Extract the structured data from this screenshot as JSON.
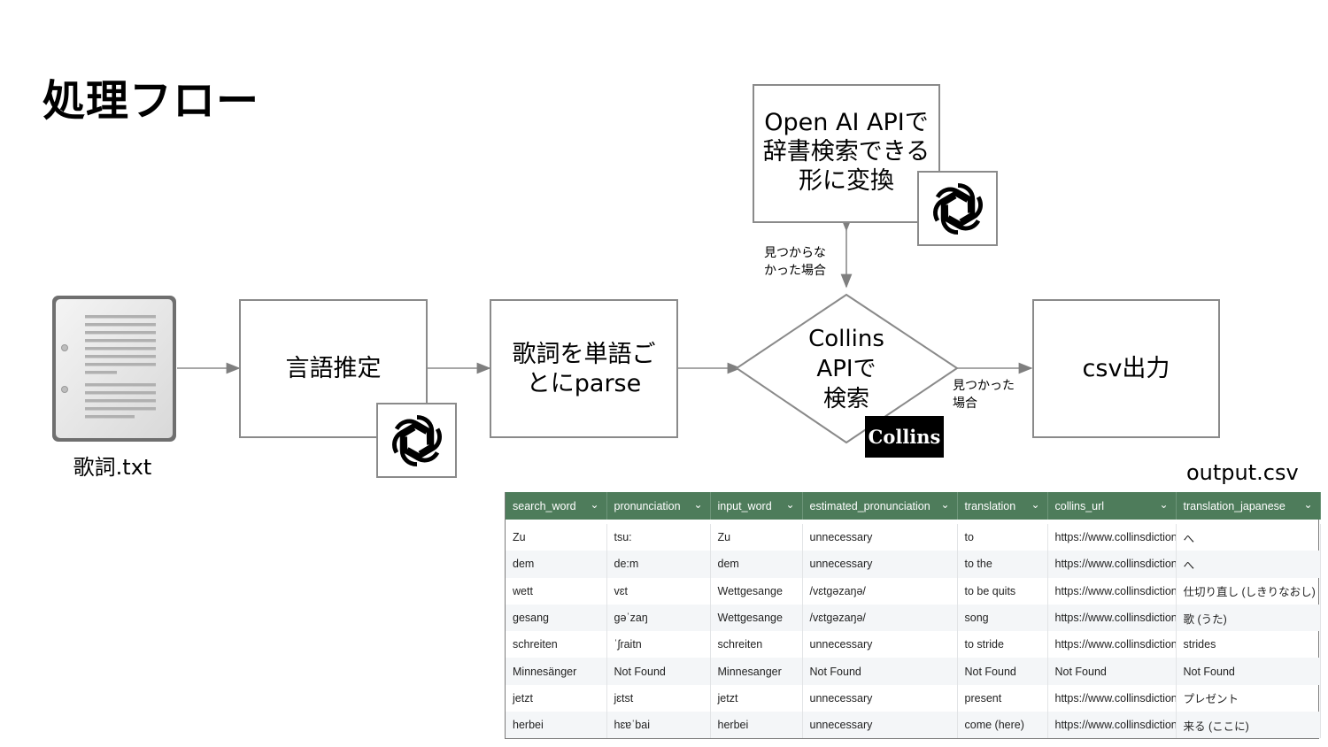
{
  "title": "処理フロー",
  "input_file": {
    "label": "歌詞.txt",
    "icon": "text-document-icon"
  },
  "steps": {
    "language": "言語推定",
    "parse": "歌詞を単語ごとにparse",
    "collins_search": "Collins API で 検索",
    "openai_convert": "Open AI APIで辞書検索できる形に変換",
    "output": "csv出力"
  },
  "step_lines": {
    "parse": [
      "歌詞を単語ご",
      "とにparse"
    ],
    "collins_search": [
      "Collins",
      "APIで",
      "検索"
    ],
    "openai_convert": [
      "Open AI APIで",
      "辞書検索できる",
      "形に変換"
    ]
  },
  "edge_labels": {
    "not_found": [
      "見つからな",
      "かった場合"
    ],
    "found": [
      "見つかった",
      "場合"
    ]
  },
  "collins_logo": "Collins",
  "openai_logo_icon": "openai-logo-icon",
  "output_file": "output.csv",
  "table": {
    "header_color": "#4e7c5b",
    "columns": [
      "search_word",
      "pronunciation",
      "input_word",
      "estimated_pronunciation",
      "translation",
      "collins_url",
      "translation_japanese"
    ],
    "rows": [
      [
        "Zu",
        "tsu:",
        "Zu",
        "unnecessary",
        "to",
        "https://www.collinsdictiona",
        "へ"
      ],
      [
        "dem",
        "de:m",
        "dem",
        "unnecessary",
        "to the",
        "https://www.collinsdictiona",
        "へ"
      ],
      [
        "wett",
        "vɛt",
        "Wettgesange",
        "/vɛtgəzaŋə/",
        "to be quits",
        "https://www.collinsdictiona",
        "仕切り直し (しきりなおし)"
      ],
      [
        "gesang",
        "gəˈzaŋ",
        "Wettgesange",
        "/vɛtgəzaŋə/",
        "song",
        "https://www.collinsdictiona",
        "歌 (うた)"
      ],
      [
        "schreiten",
        "ˈʃraitn",
        "schreiten",
        "unnecessary",
        "to stride",
        "https://www.collinsdictiona",
        "strides"
      ],
      [
        "Minnesänger",
        "Not Found",
        "Minnesanger",
        "Not Found",
        "Not Found",
        "Not Found",
        "Not Found"
      ],
      [
        "jetzt",
        "jɛtst",
        "jetzt",
        "unnecessary",
        "present",
        "https://www.collinsdictiona",
        "プレゼント"
      ],
      [
        "herbei",
        "hɛɐˈbai",
        "herbei",
        "unnecessary",
        "come (here)",
        "https://www.collinsdictiona",
        "来る (ここに)"
      ]
    ]
  }
}
